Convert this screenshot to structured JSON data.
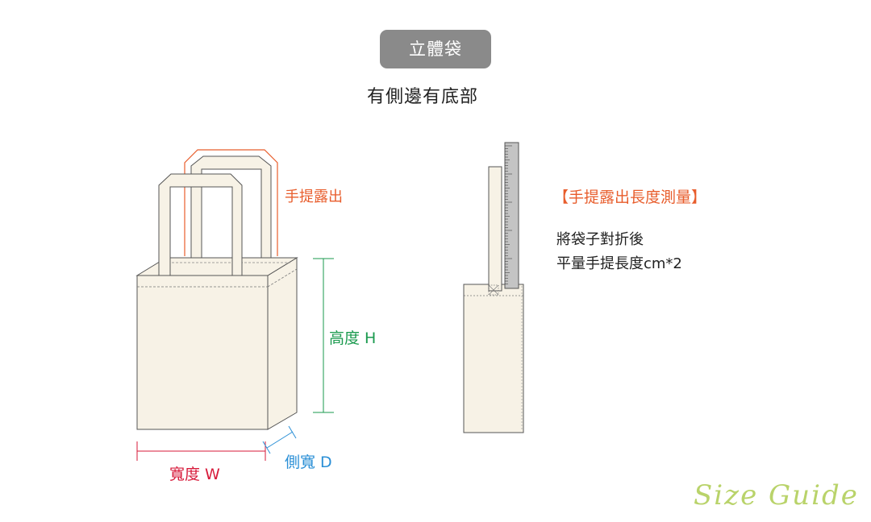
{
  "title": "立體袋",
  "subtitle": "有側邊有底部",
  "labels": {
    "handle": "手提露出",
    "height": "高度 H",
    "width": "寬度 W",
    "depth": "側寬 D"
  },
  "measure": {
    "title": "【手提露出長度測量】",
    "line1": "將袋子對折後",
    "line2": "平量手提長度cm*2"
  },
  "brand": "Size Guide",
  "colors": {
    "bag_fill": "#f7f2e6",
    "outline": "#555555",
    "handle_marker": "#e85d2c",
    "height_marker": "#1a9a4e",
    "width_marker": "#d71a3a",
    "depth_marker": "#2a8fd6",
    "badge": "#8a8a8a",
    "brand": "#b9d36a"
  }
}
